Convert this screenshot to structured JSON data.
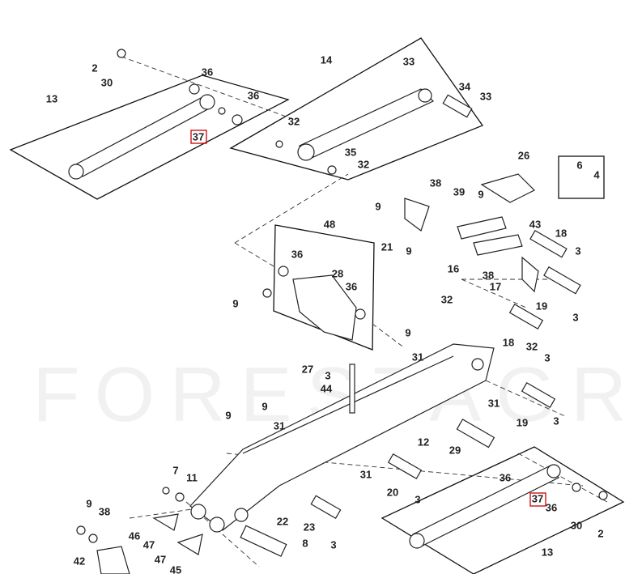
{
  "diagram": {
    "watermark": "FORESTAGRI",
    "highlight_color": "#cc0000",
    "callouts": [
      "2",
      "30",
      "36",
      "13",
      "36",
      "37",
      "14",
      "33",
      "34",
      "33",
      "32",
      "35",
      "32",
      "26",
      "6",
      "4",
      "38",
      "39",
      "9",
      "9",
      "43",
      "48",
      "21",
      "9",
      "18",
      "3",
      "36",
      "16",
      "28",
      "38",
      "17",
      "36",
      "9",
      "19",
      "3",
      "32",
      "9",
      "18",
      "32",
      "31",
      "3",
      "27",
      "3",
      "44",
      "9",
      "31",
      "9",
      "31",
      "12",
      "19",
      "3",
      "29",
      "7",
      "11",
      "36",
      "31",
      "20",
      "37",
      "36",
      "3",
      "22",
      "9",
      "38",
      "46",
      "47",
      "23",
      "3",
      "8",
      "47",
      "45",
      "42",
      "30",
      "2",
      "13"
    ]
  }
}
